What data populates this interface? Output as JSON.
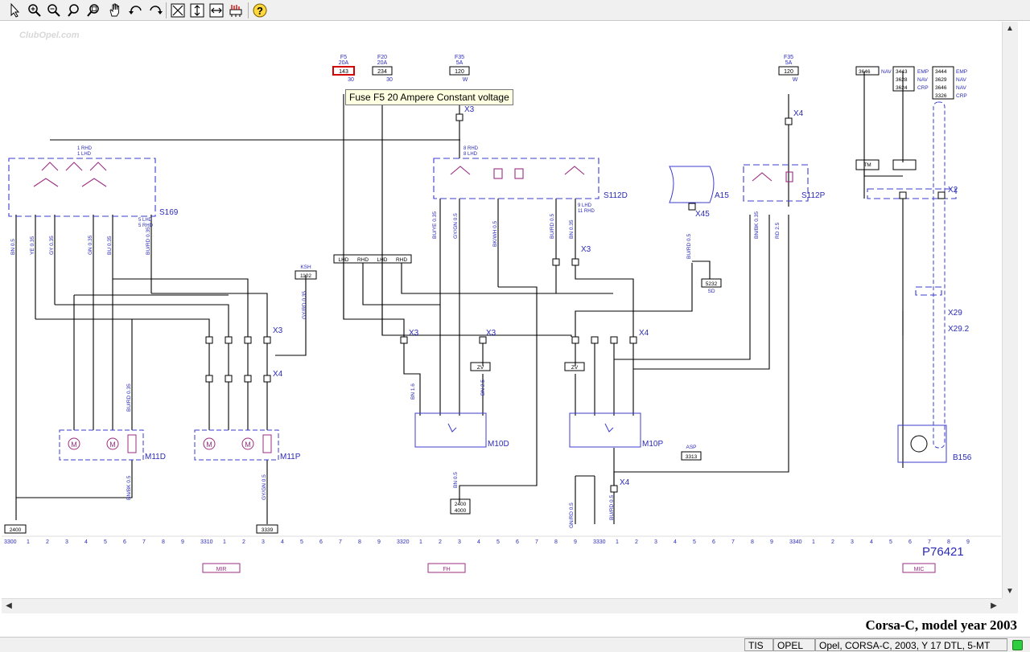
{
  "toolbar": {
    "buttons": [
      {
        "name": "select-tool-button",
        "icon": "pointer-icon"
      },
      {
        "name": "zoom-in-button",
        "icon": "zoom-in-icon"
      },
      {
        "name": "zoom-out-button",
        "icon": "zoom-out-icon"
      },
      {
        "name": "zoom-button",
        "icon": "magnifier-icon"
      },
      {
        "name": "zoom-window-button",
        "icon": "zoom-window-icon"
      },
      {
        "name": "pan-button",
        "icon": "hand-icon"
      },
      {
        "name": "back-button",
        "icon": "arrow-back-icon"
      },
      {
        "name": "forward-button",
        "icon": "arrow-forward-icon"
      },
      {
        "name": "fit-all-button",
        "icon": "fit-all-icon"
      },
      {
        "name": "fit-height-button",
        "icon": "fit-height-icon"
      },
      {
        "name": "fit-width-button",
        "icon": "fit-width-icon"
      },
      {
        "name": "connector-button",
        "icon": "connector-icon"
      },
      {
        "name": "help-button",
        "icon": "help-icon"
      }
    ]
  },
  "watermark": "ClubOpel.com",
  "tooltip": "Fuse F5 20 Ampere Constant voltage",
  "diagram": {
    "code": "P76421",
    "fuses": [
      {
        "name": "F5",
        "rating": "20A",
        "box": "143",
        "pin": "30"
      },
      {
        "name": "F20",
        "rating": "20A",
        "box": "234",
        "pin": "30"
      },
      {
        "name": "F35",
        "rating": "5A",
        "box": "120",
        "pin": "W"
      },
      {
        "name": "F35",
        "rating": "5A",
        "box": "120",
        "pin": "W"
      }
    ],
    "components": [
      "S169",
      "S112D",
      "S112P",
      "A15",
      "M11D",
      "M11P",
      "M10D",
      "M10P",
      "B156"
    ],
    "connectors": [
      "X3",
      "X4",
      "X45",
      "X2",
      "X29",
      "X29.2"
    ],
    "sections": [
      "MIR",
      "FH",
      "MIC"
    ],
    "ground_refs": [
      "2400",
      "3339",
      "2400",
      "4000",
      "3313",
      "5232",
      "1102"
    ],
    "wire_labels": [
      "BN 0.5",
      "YE 0.35",
      "GY 0.35",
      "GN 0.35",
      "BU 0.35",
      "BU/RD 0.35",
      "BU/YE 0.35",
      "GY/GN 0.5",
      "BU/RD 0.5",
      "BN 0.35",
      "BK/WH 0.5",
      "BU/RD 0.5",
      "GY/RD 0.35",
      "BU/RD 0.35",
      "BN/BK 0.35",
      "RD 2.5",
      "BN 2.5",
      "BN 1.6",
      "BN 0.5",
      "GN/RD 0.5",
      "BU/RD 0.5",
      "BN/BK 0.5",
      "GY/GN 0.5"
    ],
    "ruler_start": [
      "3300",
      "3310",
      "3320",
      "3330",
      "3340"
    ],
    "nav_table": [
      [
        "3646",
        "NAV"
      ],
      [
        "3443",
        "EMP"
      ],
      [
        "3444",
        "EMP"
      ],
      [
        "3628",
        "NAV"
      ],
      [
        "3629",
        "NAV"
      ],
      [
        "3624",
        "CRP"
      ],
      [
        "3646",
        "NAV"
      ],
      [
        "3326",
        "CRP"
      ]
    ],
    "lhd_rhd": [
      "LHD",
      "RHD",
      "LHD",
      "RHD"
    ],
    "misc_labels": [
      "1 RHD",
      "1 LHD",
      "8 RHD",
      "8 LHD",
      "5 LHD",
      "5 RHD",
      "9 LHD",
      "11 RHD",
      "ZV",
      "ZV",
      "KSH",
      "ASP",
      "TM",
      "SD"
    ]
  },
  "footer": {
    "title": "Corsa-C, model year 2003",
    "status": [
      "TIS",
      "OPEL",
      "Opel, CORSA-C, 2003, Y 17 DTL, 5-MT"
    ],
    "status_indicator_color": "#2ecc40"
  },
  "colors": {
    "wire": "#000000",
    "component": "#9b2d82",
    "dash": "#3d3dcf",
    "label": "#2a2ab8",
    "fuse_highlight": "#d40000"
  }
}
